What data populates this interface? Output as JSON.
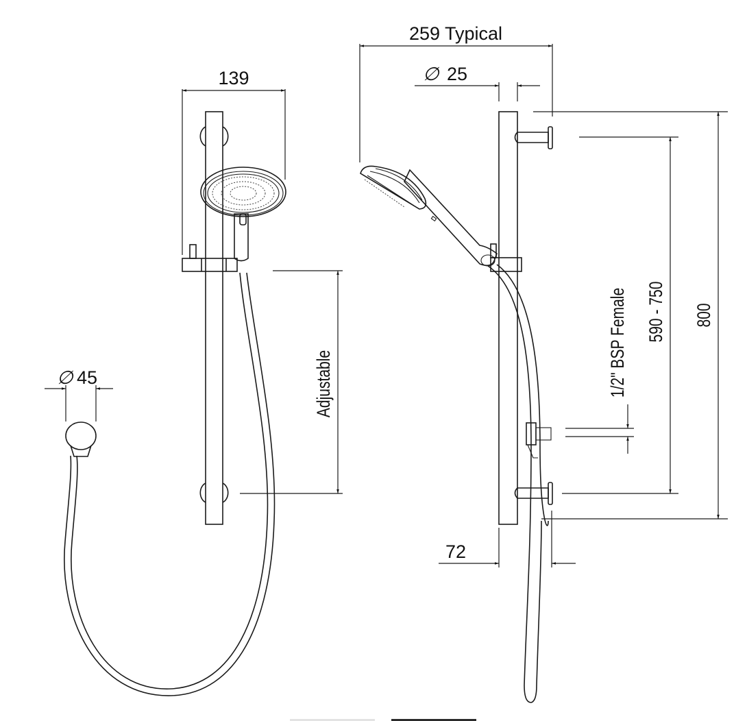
{
  "dimensions": {
    "width_front": "139",
    "width_typical": "259 Typical",
    "rail_diameter_symbol": "∅",
    "rail_diameter": "25",
    "outlet_diameter_symbol": "∅",
    "outlet_diameter": "45",
    "adjustable": "Adjustable",
    "bracket_spacing": "590 - 750",
    "total_height": "800",
    "inlet": "1/2\" BSP Female",
    "projection": "72"
  },
  "pager": {
    "count": 2,
    "active_index": 1
  },
  "colors": {
    "line": "#1a1a1a",
    "indicator_inactive": "#e3e3e3",
    "indicator_active": "#2b2b2b"
  }
}
